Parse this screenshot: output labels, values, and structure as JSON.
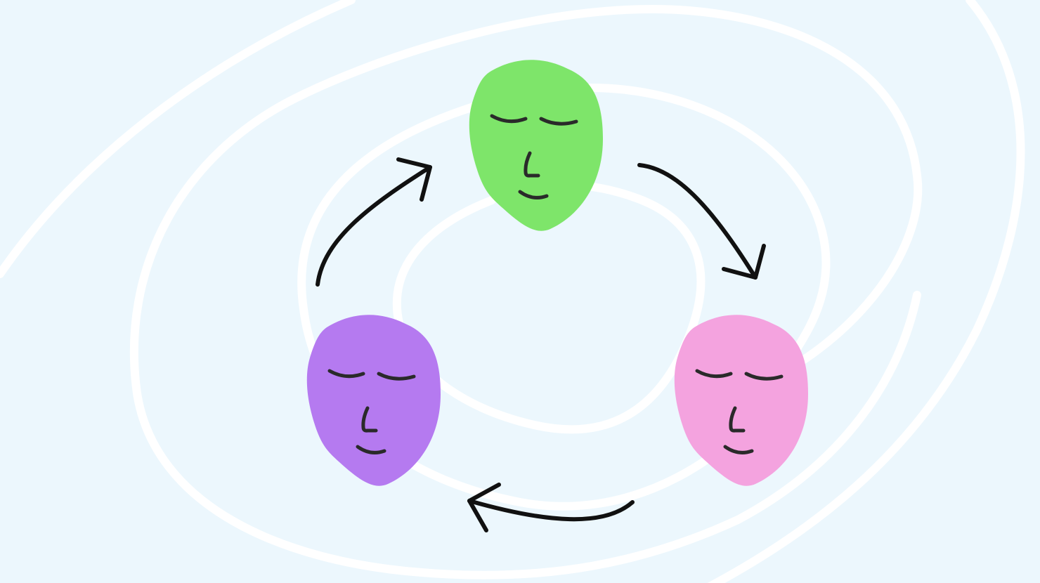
{
  "illustration": {
    "background_color": "#ecf7fd",
    "swirl_color": "#ffffff",
    "arrow_color": "#111111",
    "feature_color": "#2a2a2a",
    "faces": [
      {
        "name": "green-face",
        "color": "#7ee56a"
      },
      {
        "name": "pink-face",
        "color": "#f4a3df"
      },
      {
        "name": "purple-face",
        "color": "#b57af0"
      }
    ],
    "icons": [
      "cycle-arrow-icon",
      "face-icon"
    ]
  }
}
